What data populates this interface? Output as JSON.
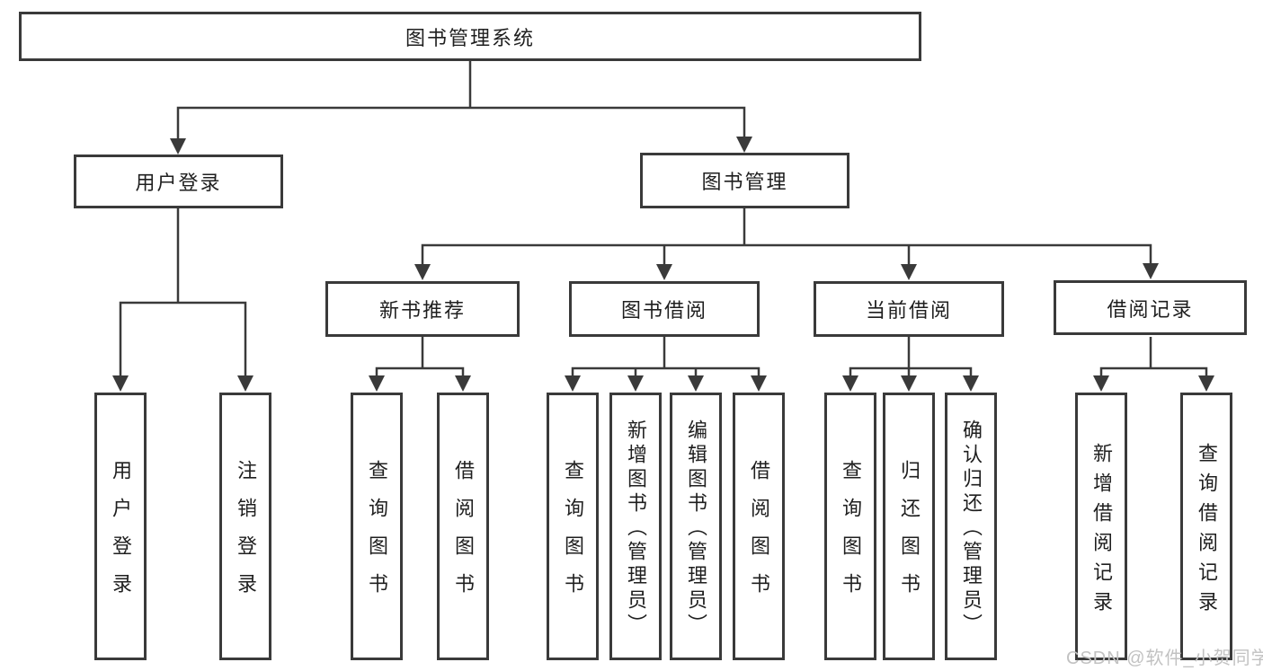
{
  "diagram": {
    "root": {
      "label": "图书管理系统"
    },
    "level1": [
      {
        "label": "用户登录"
      },
      {
        "label": "图书管理"
      }
    ],
    "level2": [
      {
        "label": "新书推荐"
      },
      {
        "label": "图书借阅"
      },
      {
        "label": "当前借阅"
      },
      {
        "label": "借阅记录"
      }
    ],
    "leaves": [
      {
        "label": "用户登录"
      },
      {
        "label": "注销登录"
      },
      {
        "label": "查询图书"
      },
      {
        "label": "借阅图书"
      },
      {
        "label": "查询图书"
      },
      {
        "label": "新增图书（管理员）"
      },
      {
        "label": "编辑图书（管理员）"
      },
      {
        "label": "借阅图书"
      },
      {
        "label": "查询图书"
      },
      {
        "label": "归还图书"
      },
      {
        "label": "确认归还（管理员）"
      },
      {
        "label": "新增借阅记录"
      },
      {
        "label": "查询借阅记录"
      }
    ],
    "watermark": "CSDN @软件_小贺同学",
    "colors": {
      "line": "#3a3a3a",
      "box_border": "#3a3a3a",
      "box_background": "#ffffff",
      "text": "#1f1f1f",
      "watermark": "#c2c2c2"
    }
  }
}
